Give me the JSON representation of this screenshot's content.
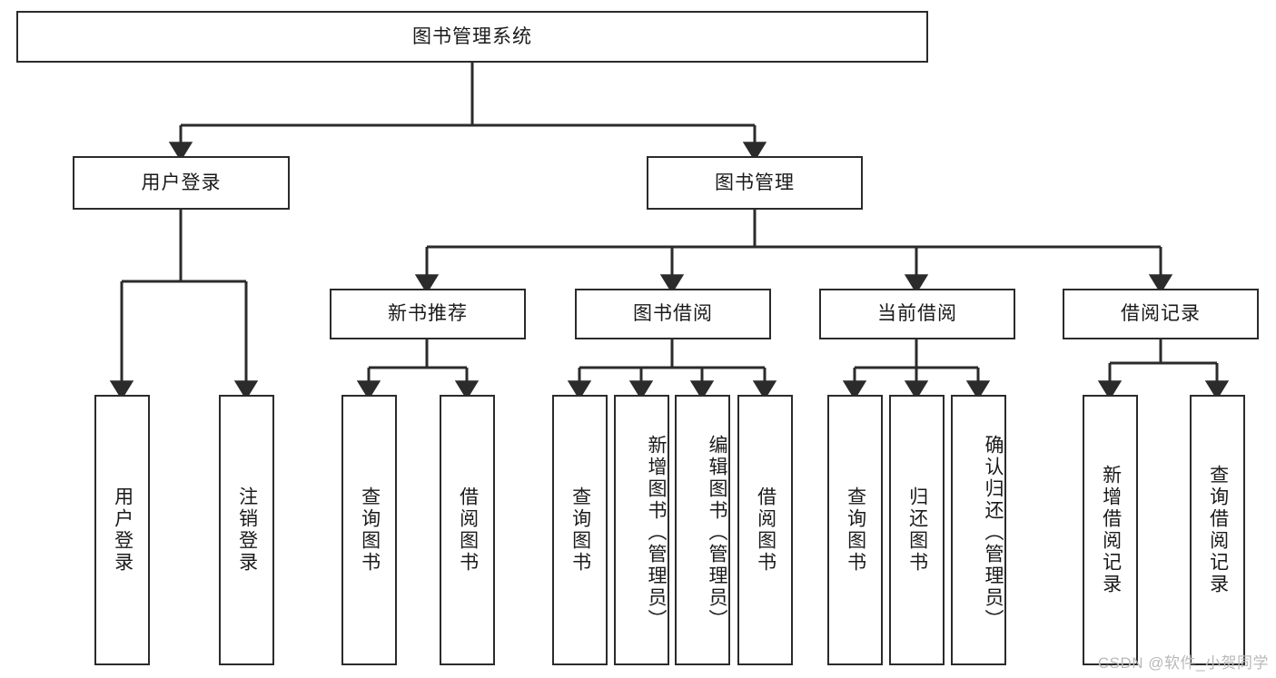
{
  "diagram": {
    "title": "图书管理系统",
    "type": "tree-hierarchy-chart",
    "colors": {
      "box_border": "#2b2b2b",
      "box_fill": "#ffffff",
      "connector": "#2b2b2b",
      "text": "#1a1a1a",
      "watermark": "#b9b9b9",
      "background": "#ffffff"
    },
    "root": {
      "label": "图书管理系统"
    },
    "level1": [
      {
        "id": "user-login",
        "label": "用户登录"
      },
      {
        "id": "book-management",
        "label": "图书管理"
      }
    ],
    "level2": [
      {
        "id": "new-book-recommend",
        "label": "新书推荐",
        "parent": "book-management"
      },
      {
        "id": "book-borrow",
        "label": "图书借阅",
        "parent": "book-management"
      },
      {
        "id": "current-borrow",
        "label": "当前借阅",
        "parent": "book-management"
      },
      {
        "id": "borrow-record",
        "label": "借阅记录",
        "parent": "book-management"
      }
    ],
    "leaves": {
      "user_login": [
        {
          "id": "leaf-user-login",
          "label": "用户登录"
        },
        {
          "id": "leaf-user-logout",
          "label": "注销登录"
        }
      ],
      "new_book_recommend": [
        {
          "id": "leaf-query-book-1",
          "label": "查询图书"
        },
        {
          "id": "leaf-borrow-book-1",
          "label": "借阅图书"
        }
      ],
      "book_borrow": [
        {
          "id": "leaf-query-book-2",
          "label": "查询图书"
        },
        {
          "id": "leaf-add-book",
          "label": "新增图书（管理员）"
        },
        {
          "id": "leaf-edit-book",
          "label": "编辑图书（管理员）"
        },
        {
          "id": "leaf-borrow-book-2",
          "label": "借阅图书"
        }
      ],
      "current_borrow": [
        {
          "id": "leaf-query-book-3",
          "label": "查询图书"
        },
        {
          "id": "leaf-return-book",
          "label": "归还图书"
        },
        {
          "id": "leaf-confirm-return",
          "label": "确认归还（管理员）"
        }
      ],
      "borrow_record": [
        {
          "id": "leaf-add-record",
          "label": "新增借阅记录"
        },
        {
          "id": "leaf-query-record",
          "label": "查询借阅记录"
        }
      ]
    },
    "watermark": "CSDN @软件_小贺同学"
  }
}
